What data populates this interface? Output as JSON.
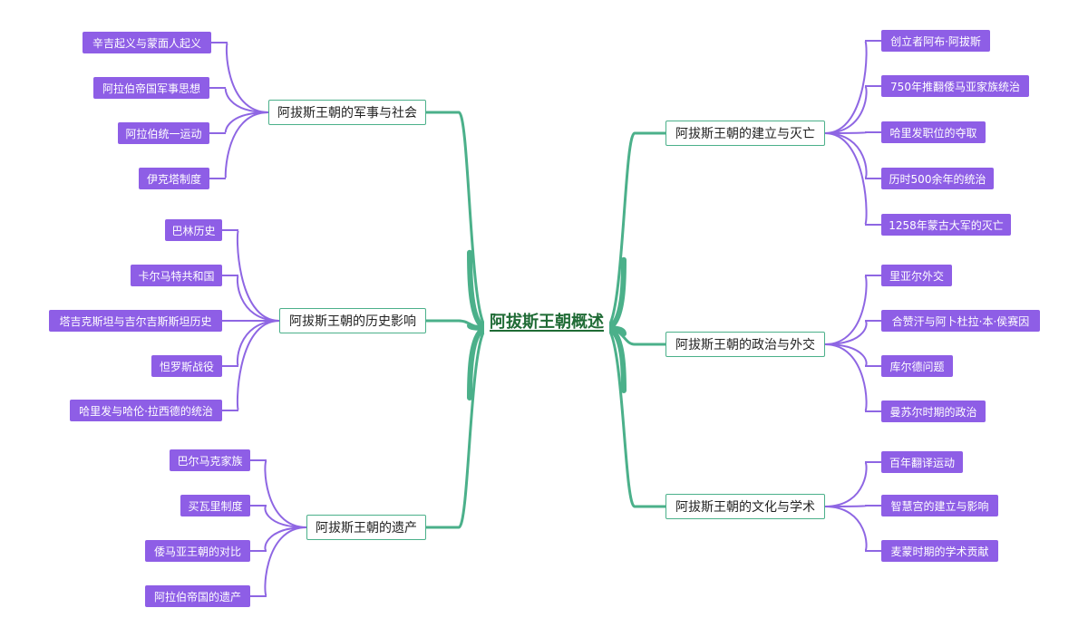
{
  "colors": {
    "trunk": "#4bb08a",
    "leaf_link": "#8e66e3",
    "leaf_bg": "#8e5ee6",
    "root_text": "#1f6b35"
  },
  "root": {
    "label": "阿拔斯王朝概述"
  },
  "branches": [
    {
      "id": "military",
      "label": "阿拔斯王朝的军事与社会",
      "side": "left",
      "children": [
        "辛吉起义与蒙面人起义",
        "阿拉伯帝国军事思想",
        "阿拉伯统一运动",
        "伊克塔制度"
      ]
    },
    {
      "id": "history",
      "label": "阿拔斯王朝的历史影响",
      "side": "left",
      "children": [
        "巴林历史",
        "卡尔马特共和国",
        "塔吉克斯坦与吉尔吉斯斯坦历史",
        "怛罗斯战役",
        "哈里发与哈伦·拉西德的统治"
      ]
    },
    {
      "id": "legacy",
      "label": "阿拔斯王朝的遗产",
      "side": "left",
      "children": [
        "巴尔马克家族",
        "买瓦里制度",
        "倭马亚王朝的对比",
        "阿拉伯帝国的遗产"
      ]
    },
    {
      "id": "founding",
      "label": "阿拔斯王朝的建立与灭亡",
      "side": "right",
      "children": [
        "创立者阿布·阿拔斯",
        "750年推翻倭马亚家族统治",
        "哈里发职位的夺取",
        "历时500余年的统治",
        "1258年蒙古大军的灭亡"
      ]
    },
    {
      "id": "politics",
      "label": "阿拔斯王朝的政治与外交",
      "side": "right",
      "children": [
        "里亚尔外交",
        "合赞汗与阿卜杜拉·本·侯赛因",
        "库尔德问题",
        "曼苏尔时期的政治"
      ]
    },
    {
      "id": "culture",
      "label": "阿拔斯王朝的文化与学术",
      "side": "right",
      "children": [
        "百年翻译运动",
        "智慧宫的建立与影响",
        "麦蒙时期的学术贡献"
      ]
    }
  ]
}
